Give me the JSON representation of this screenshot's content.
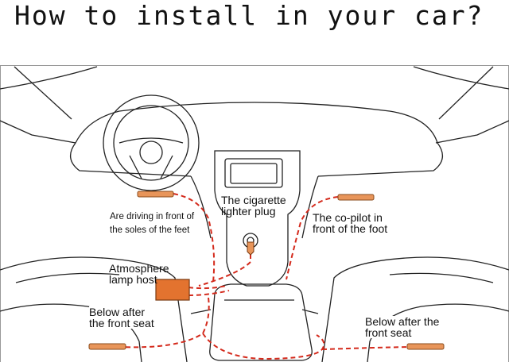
{
  "title": "How to install in your car?",
  "labels": {
    "cigarette": [
      "The cigarette",
      "lighter plug"
    ],
    "copilot": [
      "The co-pilot in",
      "front of the foot"
    ],
    "driving": [
      "Are driving in front of",
      "the soles of the feet"
    ],
    "atmosphere": [
      "Atmosphere",
      "lamp host"
    ],
    "below_left": [
      "Below after",
      "the front seat"
    ],
    "below_right": [
      "Below after the",
      "front seat"
    ]
  },
  "colors": {
    "wire": "#d42a1c",
    "lamp_strip": "#e8955a",
    "host_box": "#e3732f",
    "line_art": "#222222"
  }
}
